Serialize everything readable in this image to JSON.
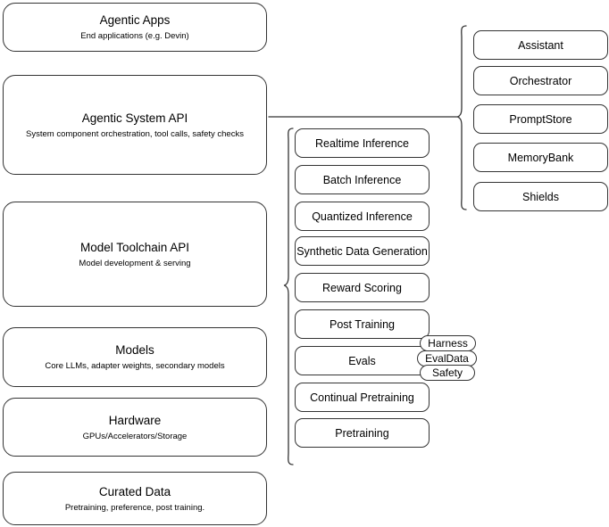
{
  "diagram": {
    "title": "AI Stack Layered Architecture",
    "background_color": "#ffffff",
    "stroke_color": "#333333",
    "text_color": "#000000"
  },
  "layers": [
    {
      "name": "agentic-apps",
      "title": "Agentic Apps",
      "subtitle": "End applications (e.g. Devin)"
    },
    {
      "name": "agentic-system-api",
      "title": "Agentic System API",
      "subtitle": "System component orchestration, tool calls, safety checks"
    },
    {
      "name": "model-toolchain-api",
      "title": "Model Toolchain API",
      "subtitle": "Model development & serving"
    },
    {
      "name": "models",
      "title": "Models",
      "subtitle": "Core LLMs, adapter weights, secondary models"
    },
    {
      "name": "hardware",
      "title": "Hardware",
      "subtitle": "GPUs/Accelerators/Storage"
    },
    {
      "name": "curated-data",
      "title": "Curated Data",
      "subtitle": "Pretraining, preference, post training."
    }
  ],
  "toolchain_components": [
    {
      "name": "realtime-inference",
      "label": "Realtime Inference"
    },
    {
      "name": "batch-inference",
      "label": "Batch Inference"
    },
    {
      "name": "quantized-inference",
      "label": "Quantized Inference"
    },
    {
      "name": "synthetic-data-generation",
      "label": "Synthetic Data Generation"
    },
    {
      "name": "reward-scoring",
      "label": "Reward Scoring"
    },
    {
      "name": "post-training",
      "label": "Post Training"
    },
    {
      "name": "evals",
      "label": "Evals"
    },
    {
      "name": "continual-pretraining",
      "label": "Continual Pretraining"
    },
    {
      "name": "pretraining",
      "label": "Pretraining"
    }
  ],
  "system_components": [
    {
      "name": "assistant",
      "label": "Assistant"
    },
    {
      "name": "orchestrator",
      "label": "Orchestrator"
    },
    {
      "name": "promptstore",
      "label": "PromptStore"
    },
    {
      "name": "memorybank",
      "label": "MemoryBank"
    },
    {
      "name": "shields",
      "label": "Shields"
    }
  ],
  "eval_tags": [
    {
      "name": "harness",
      "label": "Harness"
    },
    {
      "name": "evaldata",
      "label": "EvalData"
    },
    {
      "name": "safety",
      "label": "Safety"
    }
  ]
}
